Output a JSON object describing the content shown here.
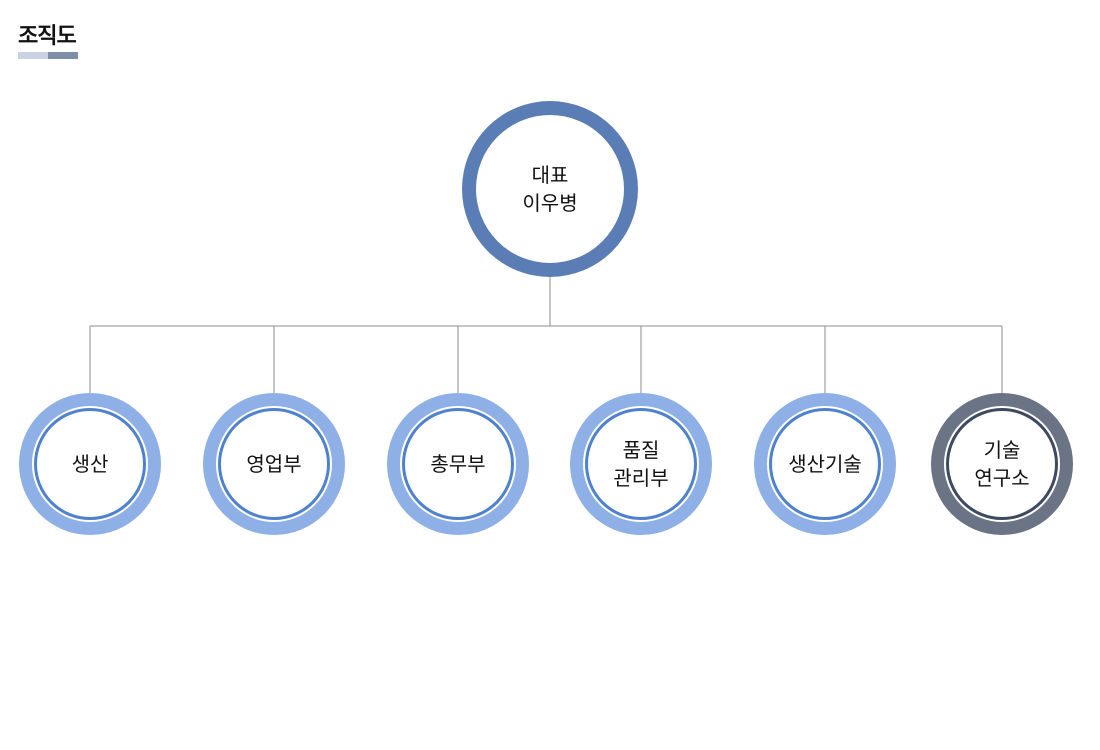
{
  "page": {
    "title": "조직도",
    "title_underline_colors": [
      "#c9d3e3",
      "#7f8ea8"
    ]
  },
  "org_chart": {
    "root": {
      "lines": [
        "대표",
        "이우병"
      ],
      "outer_color": "#5a7db5",
      "ring_color": "#7f92b3"
    },
    "connector_color": "#8c8c8c",
    "departments": [
      {
        "id": "production",
        "lines": [
          "생산"
        ],
        "outer_color": "#8eb0e6",
        "ring_color": "#4e82cf"
      },
      {
        "id": "sales",
        "lines": [
          "영업부"
        ],
        "outer_color": "#8eb0e6",
        "ring_color": "#4e82cf"
      },
      {
        "id": "general-affairs",
        "lines": [
          "총무부"
        ],
        "outer_color": "#8eb0e6",
        "ring_color": "#4e82cf"
      },
      {
        "id": "quality",
        "lines": [
          "품질",
          "관리부"
        ],
        "outer_color": "#8eb0e6",
        "ring_color": "#4e82cf"
      },
      {
        "id": "production-tech",
        "lines": [
          "생산기술"
        ],
        "outer_color": "#8eb0e6",
        "ring_color": "#4e82cf"
      },
      {
        "id": "tech-research",
        "lines": [
          "기술",
          "연구소"
        ],
        "outer_color": "#6a7485",
        "ring_color": "#3d4a61"
      }
    ]
  }
}
